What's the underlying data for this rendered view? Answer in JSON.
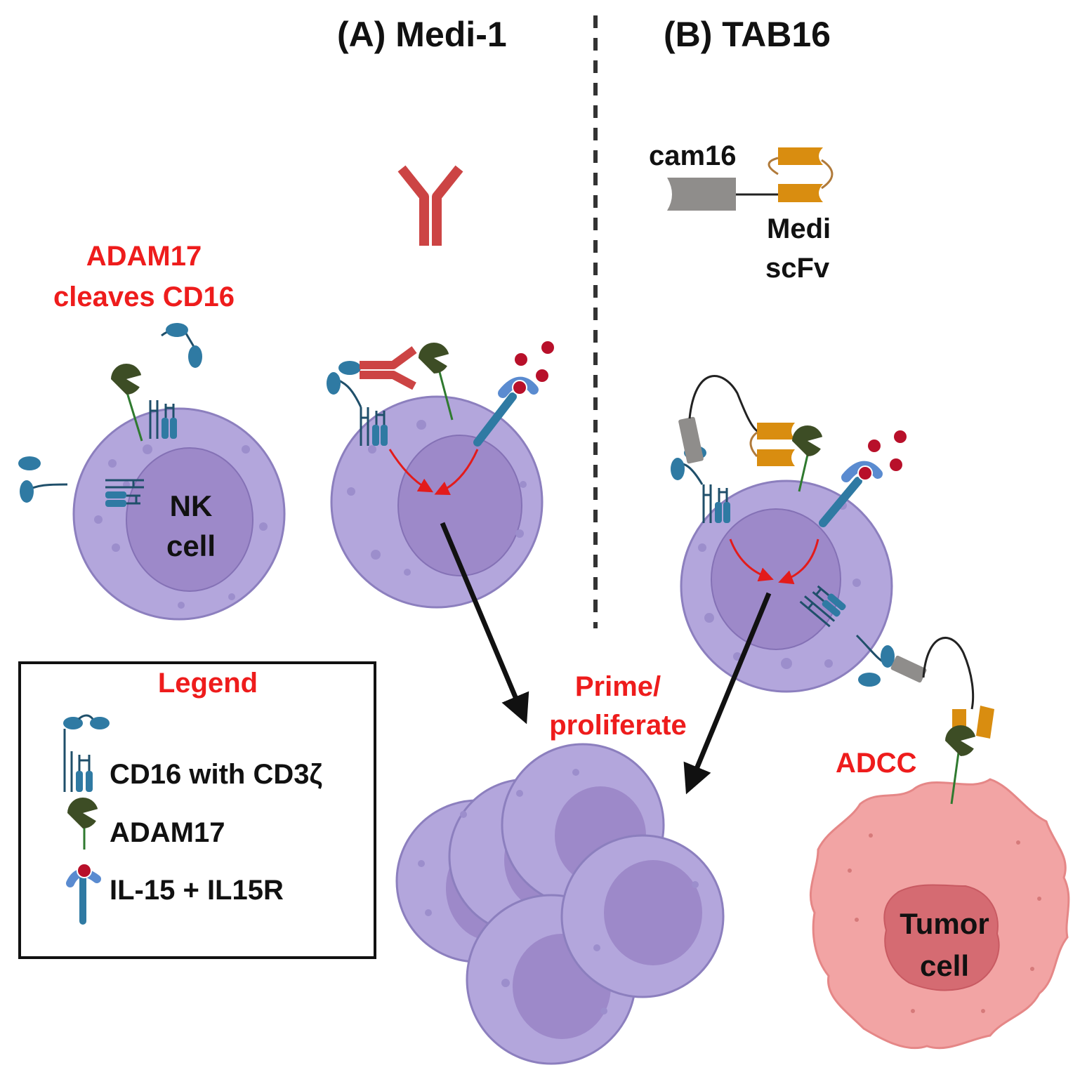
{
  "panels": {
    "a_title": "(A) Medi-1",
    "b_title": "(B) TAB16"
  },
  "labels": {
    "adam17_line1": "ADAM17",
    "adam17_line2": "cleaves CD16",
    "nk_line1": "NK",
    "nk_line2": "cell",
    "cam16": "cam16",
    "medi": "Medi",
    "scfv": "scFv",
    "prime_line1": "Prime/",
    "prime_line2": "proliferate",
    "adcc": "ADCC",
    "tumor_line1": "Tumor",
    "tumor_line2": "cell"
  },
  "legend": {
    "title": "Legend",
    "items": [
      {
        "icon": "cd16-cd3z-icon",
        "label": "CD16 with CD3ζ"
      },
      {
        "icon": "adam17-icon",
        "label": "ADAM17"
      },
      {
        "icon": "il15-il15r-icon",
        "label": "IL-15 + IL15R"
      }
    ]
  },
  "colors": {
    "label_red": "#ee1c1c",
    "nk_cell": "#b3a6dc",
    "nk_nucleus": "#9d89c9",
    "receptor_blue": "#1f6b8f",
    "adam17_green": "#3d4d25",
    "antibody_red": "#cc4444",
    "scfv_orange": "#d98d10",
    "cam16_gray": "#8f8d8b",
    "tumor_pink": "#f2a4a4",
    "tumor_nucleus": "#d56b72",
    "il15_dot": "#b8102a"
  }
}
